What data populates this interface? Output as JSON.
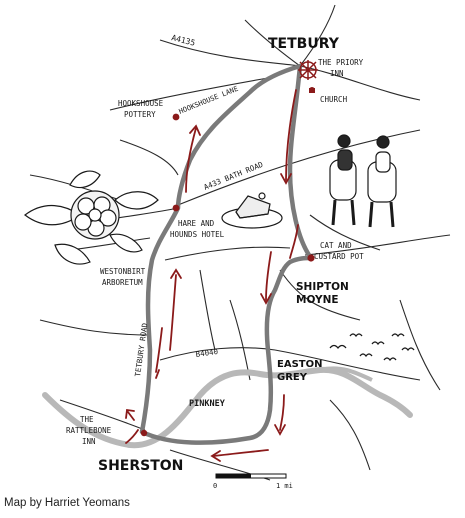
{
  "caption": "Map by Harriet Yeomans",
  "places": {
    "tetbury": "TETBURY",
    "priory_inn_1": "THE PRIORY",
    "priory_inn_2": "INN",
    "church": "CHURCH",
    "hookshouse_pottery_1": "HOOKSHOUSE",
    "hookshouse_pottery_2": "POTTERY",
    "hare_hounds_1": "HARE AND",
    "hare_hounds_2": "HOUNDS HOTEL",
    "westonbirt_1": "WESTONBIRT",
    "westonbirt_2": "ARBORETUM",
    "cat_custard_1": "CAT AND",
    "cat_custard_2": "CUSTARD POT",
    "shipton_1": "SHIPTON",
    "shipton_2": "MOYNE",
    "easton_1": "EASTON",
    "easton_2": "GREY",
    "pinkney": "PINKNEY",
    "rattlebone_1": "THE",
    "rattlebone_2": "RATTLEBONE",
    "rattlebone_3": "INN",
    "sherston": "SHERSTON"
  },
  "roads": {
    "a4135": "A4135",
    "hookshouse_lane": "HOOKSHOUSE LANE",
    "a433": "A433  BATH ROAD",
    "tetbury_road": "TETBURY ROAD",
    "b4040": "B4040"
  },
  "scale": {
    "zero": "0",
    "one": "1 mi"
  },
  "colors": {
    "route": "#7a7a7a",
    "arrow": "#8b1a1a",
    "river": "#b8b8b8",
    "ink": "#222222"
  }
}
